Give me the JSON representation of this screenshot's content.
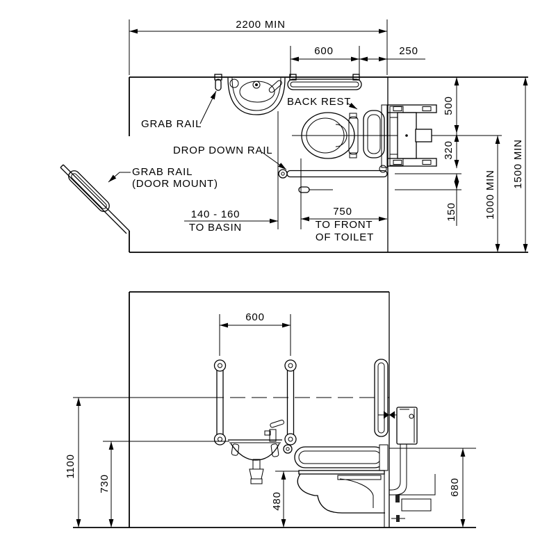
{
  "plan_view": {
    "dimensions": {
      "overall_width": "2200 MIN",
      "grab_rail_length": "600",
      "rail_to_corner": "250",
      "wall_to_toilet_centerline": "500",
      "centerline_to_rail": "320",
      "rail_gap": "150",
      "centerline_to_far_wall": "1000 MIN",
      "room_depth": "1500 MIN",
      "toilet_to_basin_value": "140 - 160",
      "toilet_to_basin_note": "TO BASIN",
      "toilet_projection_value": "750",
      "toilet_projection_note_line1": "TO FRONT",
      "toilet_projection_note_line2": "OF TOILET"
    },
    "labels": {
      "grab_rail": "GRAB RAIL",
      "back_rest": "BACK REST",
      "drop_down_rail": "DROP DOWN RAIL",
      "door_grab_rail_line1": "GRAB RAIL",
      "door_grab_rail_line2": "(DOOR MOUNT)"
    }
  },
  "elevation_view": {
    "dimensions": {
      "rail_spacing": "600",
      "grab_rail_height": "1100",
      "basin_rim_height": "730",
      "toilet_seat_height": "480",
      "drop_down_rail_height": "680"
    }
  },
  "style": {
    "line_color": "#000000",
    "background": "#ffffff"
  }
}
